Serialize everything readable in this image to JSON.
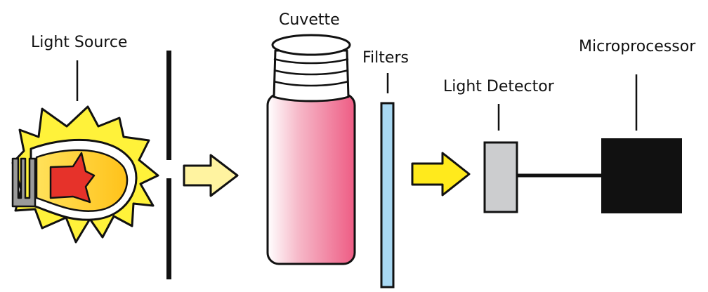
{
  "labels": {
    "light_source": "Light Source",
    "cuvette": "Cuvette",
    "filters": "Filters",
    "light_detector": "Light Detector",
    "microprocessor": "Microprocessor"
  },
  "colors": {
    "outline": "#111111",
    "burst": "#FFF23A",
    "bulb_fill": "#FFC91E",
    "flame": "#E6322A",
    "socket": "#9A9A9A",
    "arrow_pale": "#FFF3A0",
    "arrow_bright": "#FFEA1C",
    "cuvette_pink": "#EE5C84",
    "filter_blue": "#A8D8F2",
    "detector_grey": "#CCCDCF",
    "processor_black": "#111111"
  }
}
